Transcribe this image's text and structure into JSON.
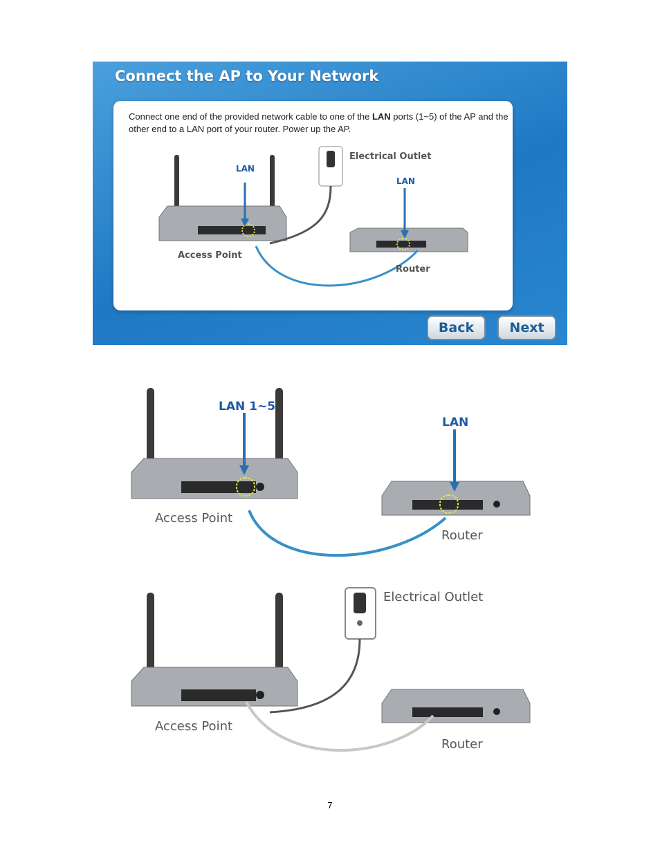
{
  "wizard": {
    "title": "Connect the AP to Your Network",
    "instruction_pre": "Connect one end of the provided network cable to one of the ",
    "instruction_bold": "LAN",
    "instruction_post": " ports (1~5) of the AP and the other end to a LAN port of your router. Power up the AP.",
    "label_lan_ap": "LAN",
    "label_lan_router": "LAN",
    "label_outlet": "Electrical Outlet",
    "label_ap": "Access Point",
    "label_router": "Router",
    "back_label": "Back",
    "next_label": "Next"
  },
  "diagram_lan": {
    "label_lan_ap": "LAN 1~5",
    "label_lan_router": "LAN",
    "label_ap": "Access Point",
    "label_router": "Router"
  },
  "diagram_power": {
    "label_outlet": "Electrical Outlet",
    "label_ap": "Access Point",
    "label_router": "Router"
  },
  "page_number": "7",
  "colors": {
    "wizard_blue": "#1f78c4",
    "arrow_blue": "#2b6fb3",
    "cable_blue": "#3a8fc8",
    "label_blue": "#1e5aa8",
    "label_gray": "#555555"
  }
}
